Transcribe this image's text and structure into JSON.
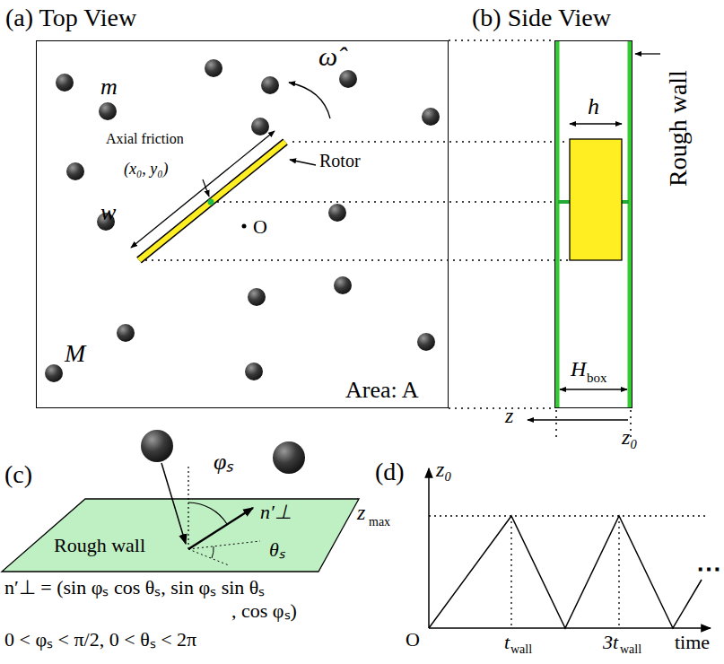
{
  "diagram": {
    "nodes": [
      {
        "text": [
          "(a) Top View"
        ]
      },
      {
        "text": [
          "(b) Side View"
        ]
      },
      {
        "text": [
          "Rough wall"
        ]
      }
    ],
    "labels": [
      "m",
      "ω̂",
      "Axial friction",
      "(x₀, y₀)",
      "Rotor",
      "w",
      "O",
      "M",
      "Area: A",
      "Rough wall",
      "h",
      "H",
      "box",
      "z",
      "z₀",
      "(c)",
      "φₛ",
      "n′⊥",
      "θₛ",
      "n′⊥ = (sin φₛ cos θₛ, sin φₛ sin θₛ",
      ", cos φₛ)",
      "0 < φₛ < π/2, 0 < θₛ < 2π",
      "(d)",
      "z₀",
      "z",
      "max",
      "O",
      "t",
      "wall",
      "3t",
      "wall",
      "time",
      "⋯"
    ]
  }
}
